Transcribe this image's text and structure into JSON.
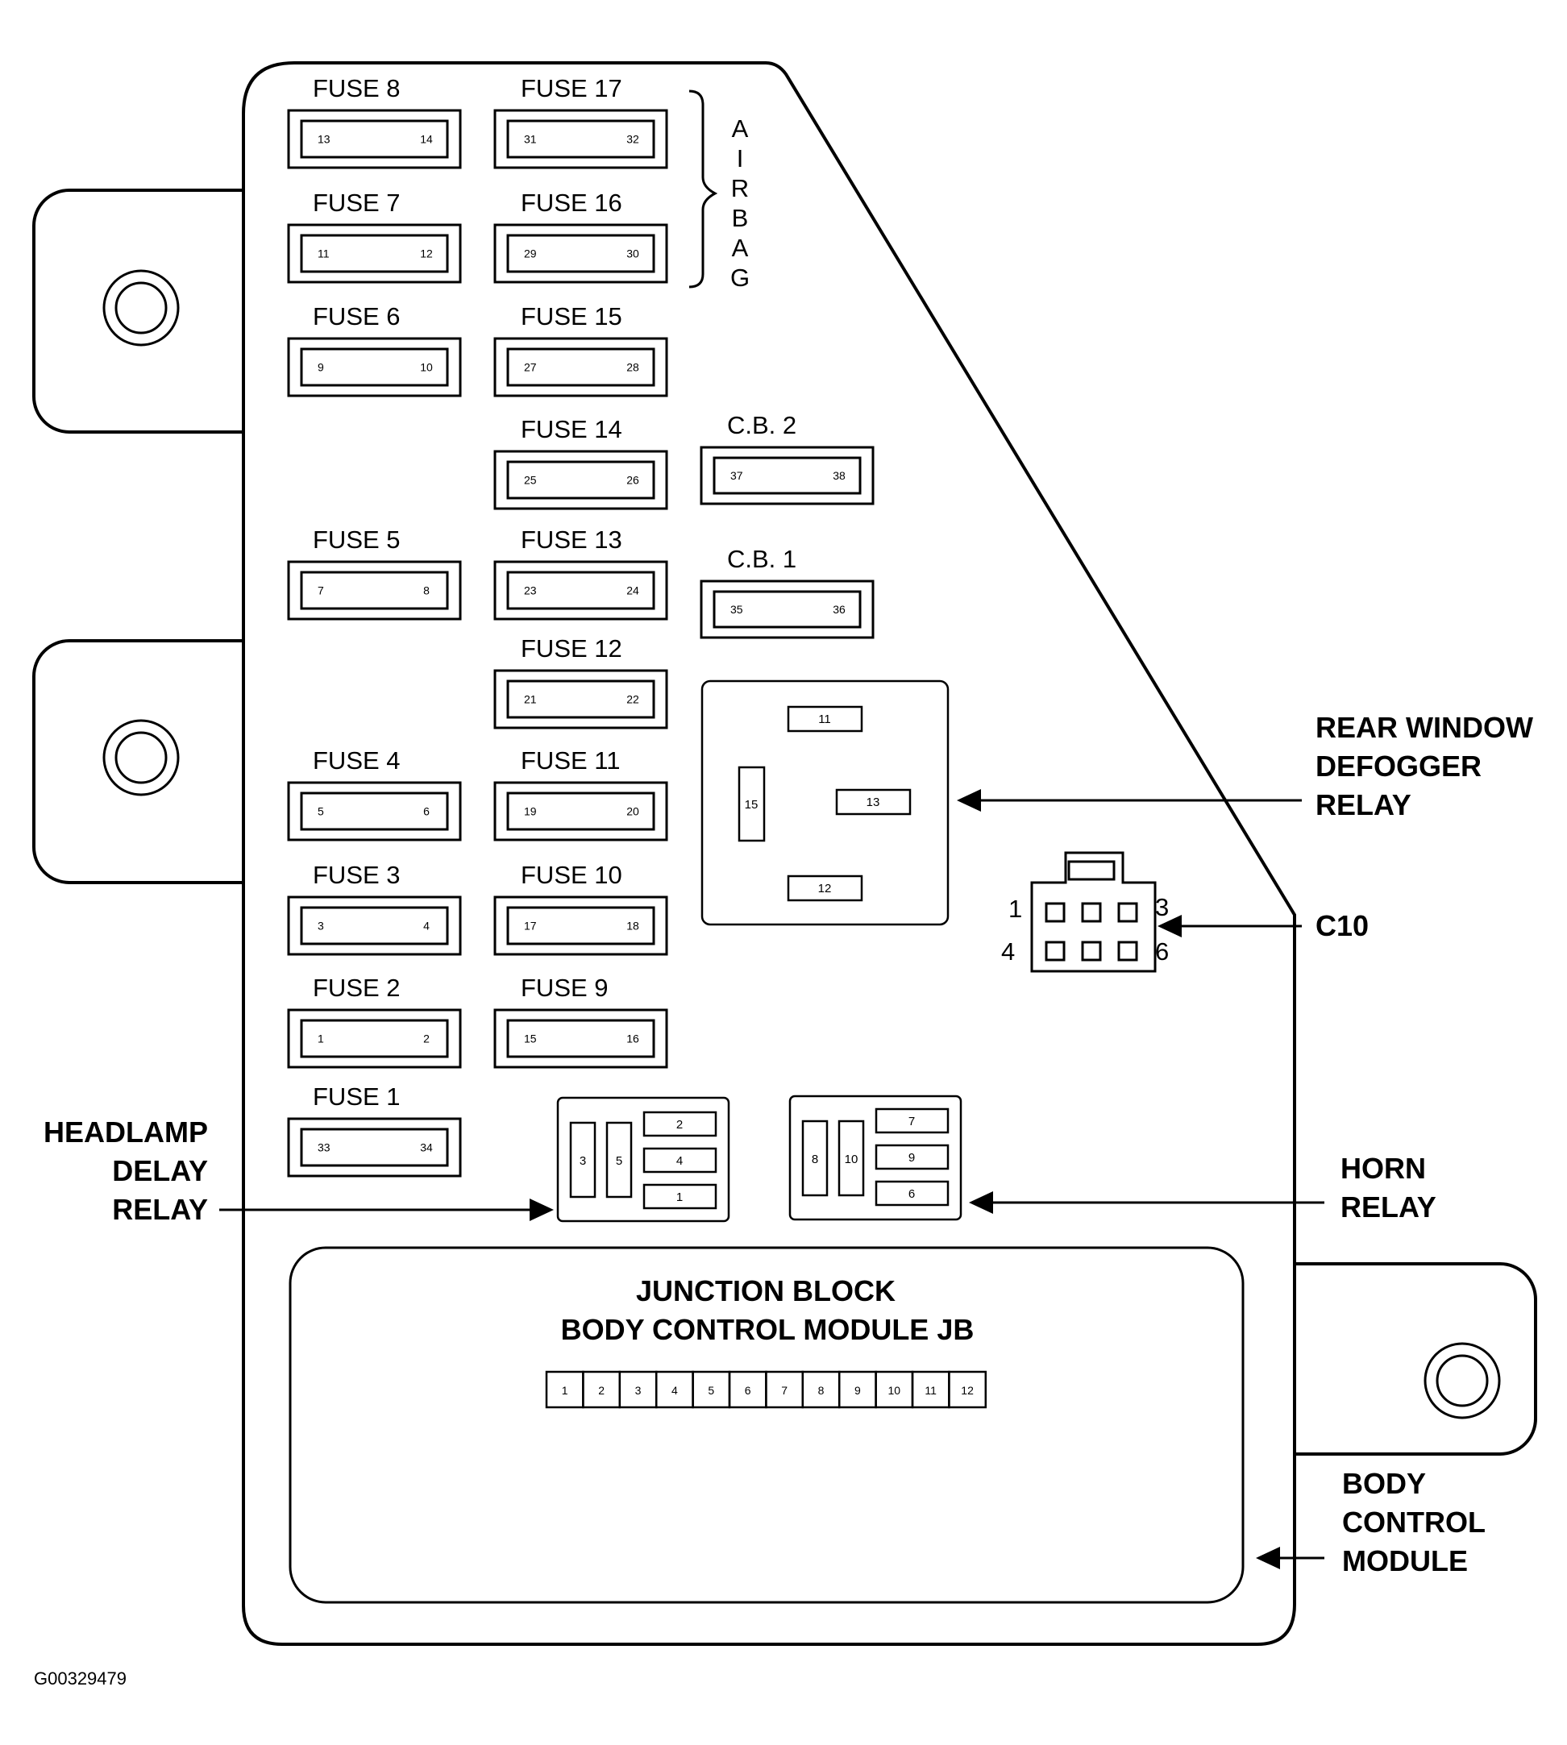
{
  "fuses": [
    {
      "label": "FUSE 8",
      "pin_a": "13",
      "pin_b": "14"
    },
    {
      "label": "FUSE 7",
      "pin_a": "11",
      "pin_b": "12"
    },
    {
      "label": "FUSE 6",
      "pin_a": "9",
      "pin_b": "10"
    },
    {
      "label": "FUSE 5",
      "pin_a": "7",
      "pin_b": "8"
    },
    {
      "label": "FUSE 4",
      "pin_a": "5",
      "pin_b": "6"
    },
    {
      "label": "FUSE 3",
      "pin_a": "3",
      "pin_b": "4"
    },
    {
      "label": "FUSE 2",
      "pin_a": "1",
      "pin_b": "2"
    },
    {
      "label": "FUSE 1",
      "pin_a": "33",
      "pin_b": "34"
    },
    {
      "label": "FUSE 17",
      "pin_a": "31",
      "pin_b": "32"
    },
    {
      "label": "FUSE 16",
      "pin_a": "29",
      "pin_b": "30"
    },
    {
      "label": "FUSE 15",
      "pin_a": "27",
      "pin_b": "28"
    },
    {
      "label": "FUSE 14",
      "pin_a": "25",
      "pin_b": "26"
    },
    {
      "label": "FUSE 13",
      "pin_a": "23",
      "pin_b": "24"
    },
    {
      "label": "FUSE 12",
      "pin_a": "21",
      "pin_b": "22"
    },
    {
      "label": "FUSE 11",
      "pin_a": "19",
      "pin_b": "20"
    },
    {
      "label": "FUSE 10",
      "pin_a": "17",
      "pin_b": "18"
    },
    {
      "label": "FUSE 9",
      "pin_a": "15",
      "pin_b": "16"
    }
  ],
  "circuit_breakers": [
    {
      "label": "C.B. 2",
      "pin_a": "37",
      "pin_b": "38"
    },
    {
      "label": "C.B. 1",
      "pin_a": "35",
      "pin_b": "36"
    }
  ],
  "airbag_letters": [
    "A",
    "I",
    "R",
    "B",
    "A",
    "G"
  ],
  "rear_window_relay": {
    "label_lines": [
      "REAR WINDOW",
      "DEFOGGER",
      "RELAY"
    ],
    "pins": [
      "11",
      "15",
      "13",
      "12"
    ]
  },
  "c10_connector": {
    "label": "C10",
    "pin_labels": [
      "1",
      "3",
      "4",
      "6"
    ]
  },
  "headlamp_delay_relay": {
    "label_lines": [
      "HEADLAMP",
      "DELAY",
      "RELAY"
    ],
    "pins": [
      "3",
      "5",
      "2",
      "4",
      "1"
    ]
  },
  "horn_relay": {
    "label_lines": [
      "HORN",
      "RELAY"
    ],
    "pins": [
      "8",
      "10",
      "7",
      "9",
      "6"
    ]
  },
  "junction_block": {
    "title_lines": [
      "JUNCTION BLOCK",
      "BODY CONTROL MODULE JB"
    ],
    "connector_pins": [
      "1",
      "2",
      "3",
      "4",
      "5",
      "6",
      "7",
      "8",
      "9",
      "10",
      "11",
      "12"
    ]
  },
  "body_control_module": {
    "label_lines": [
      "BODY",
      "CONTROL",
      "MODULE"
    ]
  },
  "figure_id": "G00329479"
}
